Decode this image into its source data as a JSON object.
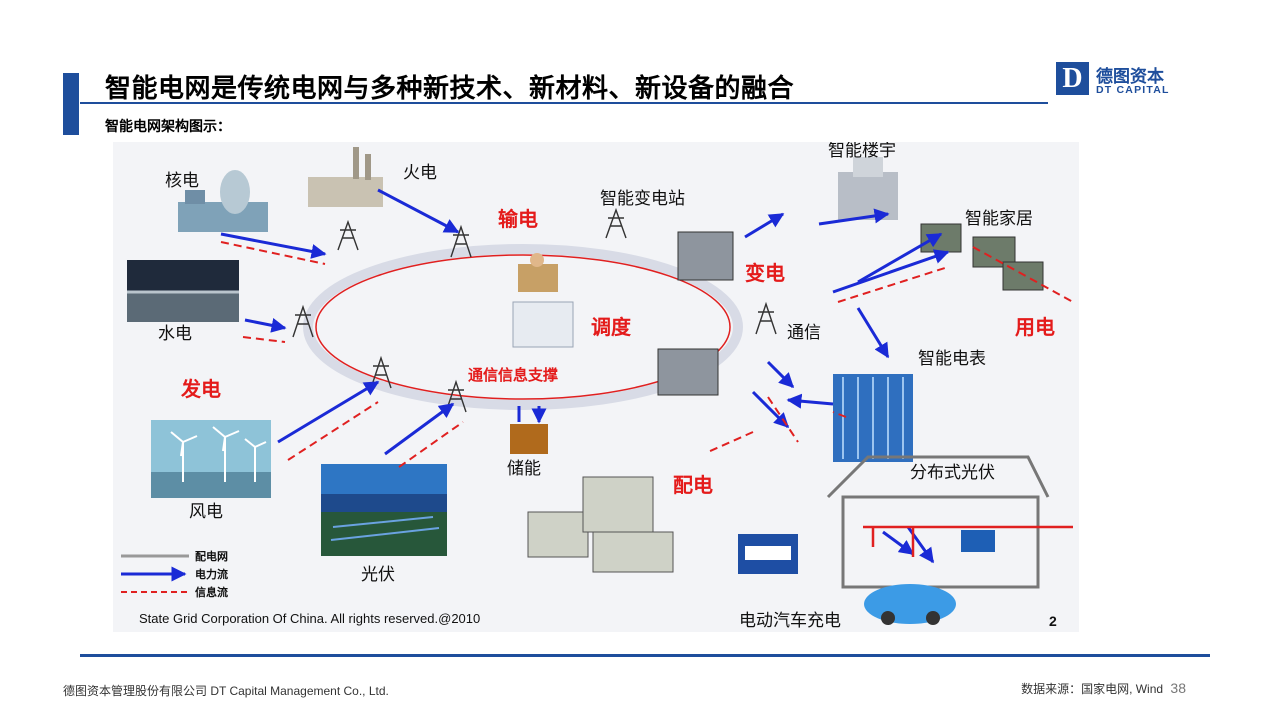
{
  "header": {
    "title": "智能电网是传统电网与多种新技术、新材料、新设备的融合",
    "subtitle": "智能电网架构图示："
  },
  "logo": {
    "cn": "德图资本",
    "en": "DT CAPITAL",
    "mark": "D"
  },
  "diagram": {
    "labels": {
      "nuclear": "核电",
      "thermal": "火电",
      "hydro": "水电",
      "wind": "风电",
      "solar": "光伏",
      "generation": "发电",
      "transmission": "输电",
      "transformation": "变电",
      "dispatch": "调度",
      "distribution": "配电",
      "consumption": "用电",
      "smart_substation": "智能变电站",
      "smart_building": "智能楼宇",
      "smart_home": "智能家居",
      "smart_meter": "智能电表",
      "communication": "通信",
      "comm_support": "通信信息支撑",
      "storage": "储能",
      "distributed_pv": "分布式光伏",
      "ev_charging": "电动汽车充电"
    },
    "legend": {
      "grid": "配电网",
      "power_flow": "电力流",
      "info_flow": "信息流"
    },
    "copyright": "State Grid Corporation Of China. All rights reserved.@2010",
    "figure_number": "2",
    "colors": {
      "power_flow": "#1a2ad6",
      "info_flow": "#e02020",
      "label_red": "#e41b1b"
    }
  },
  "footer": {
    "company": "德图资本管理股份有限公司  DT Capital Management  Co., Ltd.",
    "source": "数据来源：国家电网, Wind",
    "page": "38"
  }
}
